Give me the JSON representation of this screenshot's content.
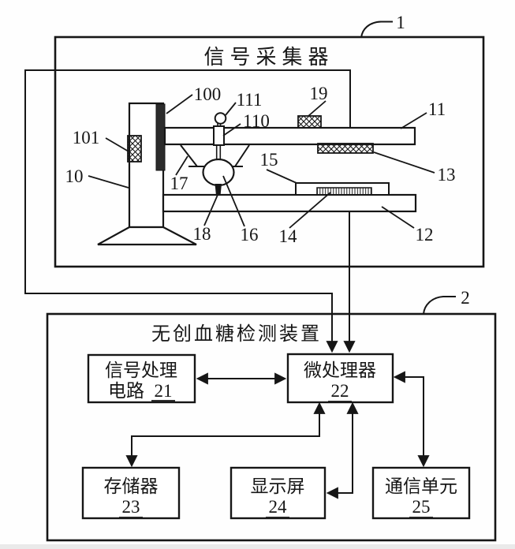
{
  "page": {
    "ink": "#161616",
    "background": "#fefefe"
  },
  "collector": {
    "ref": "1",
    "title": "信号采集器",
    "part_labels": {
      "stand": "10",
      "upper_plate": "11",
      "lower_plate": "12",
      "pad": "13",
      "sensor": "14",
      "carrier": "15",
      "ball": "16",
      "funnel": "17",
      "tip": "18",
      "block": "19",
      "rail": "100",
      "slider": "101",
      "rod": "110",
      "knob": "111"
    }
  },
  "device": {
    "ref": "2",
    "title": "无创血糖检测装置",
    "blocks": {
      "signal_circuit": {
        "line1": "信号处理",
        "line2": "电路",
        "num": "21"
      },
      "processor": {
        "label": "微处理器",
        "num": "22"
      },
      "memory": {
        "label": "存储器",
        "num": "23"
      },
      "display": {
        "label": "显示屏",
        "num": "24"
      },
      "comm": {
        "label": "通信单元",
        "num": "25"
      }
    }
  }
}
